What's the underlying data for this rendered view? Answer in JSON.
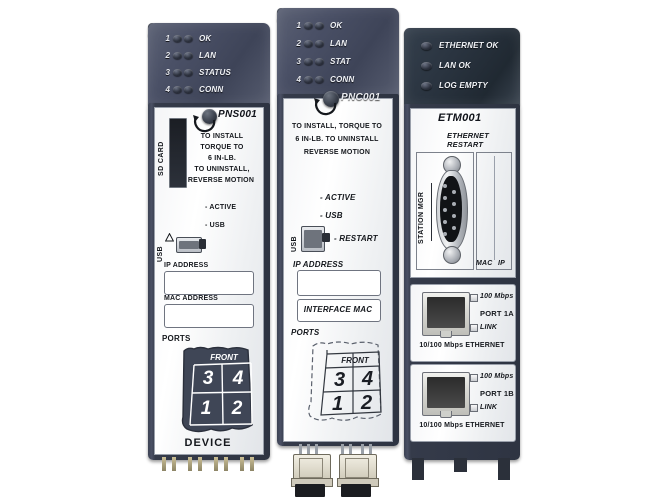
{
  "scene": {
    "title": "Three PLC Ethernet interface modules",
    "background": "#ffffff"
  },
  "colors": {
    "header_slate": "#4a5066",
    "header_dark": "#2a3440",
    "body_dark": "#343a48",
    "faceplate": "#f2f3f5",
    "text_dark": "#15181d",
    "led_text": "#f2f4f8"
  },
  "modules": [
    {
      "id": "pns001",
      "model": "PNS001",
      "leds": [
        {
          "num": "1",
          "label": "OK"
        },
        {
          "num": "2",
          "label": "LAN"
        },
        {
          "num": "3",
          "label": "STATUS"
        },
        {
          "num": "4",
          "label": "CONN"
        }
      ],
      "sd_label": "SD CARD",
      "torque_lines": [
        "TO INSTALL",
        "TORQUE TO",
        "6 IN-LB.",
        "TO UNINSTALL,",
        "REVERSE MOTION"
      ],
      "indicators": [
        {
          "label": "- ACTIVE"
        },
        {
          "label": "- USB"
        }
      ],
      "usb_label": "USB",
      "field_labels": [
        "IP ADDRESS",
        "MAC ADDRESS"
      ],
      "ports_label": "PORTS",
      "ports_front": "FRONT",
      "ports_grid": [
        "3",
        "4",
        "1",
        "2"
      ],
      "footer": "DEVICE"
    },
    {
      "id": "pnc001",
      "model": "PNC001",
      "leds": [
        {
          "num": "1",
          "label": "OK"
        },
        {
          "num": "2",
          "label": "LAN"
        },
        {
          "num": "3",
          "label": "STAT"
        },
        {
          "num": "4",
          "label": "CONN"
        }
      ],
      "torque_lines": [
        "TO INSTALL, TORQUE TO",
        "6 IN-LB. TO UNINSTALL",
        "REVERSE MOTION"
      ],
      "indicators": [
        {
          "label": "- ACTIVE"
        },
        {
          "label": "- USB"
        },
        {
          "label": "- RESTART"
        }
      ],
      "usb_label": "USB",
      "field_labels": [
        "IP ADDRESS"
      ],
      "interface_mac": "INTERFACE MAC",
      "ports_label": "PORTS",
      "ports_front": "FRONT",
      "ports_grid": [
        "3",
        "4",
        "1",
        "2"
      ]
    },
    {
      "id": "etm001",
      "model": "ETM001",
      "leds": [
        {
          "label": "ETHERNET OK"
        },
        {
          "label": "LAN OK"
        },
        {
          "label": "LOG EMPTY"
        }
      ],
      "restart_lines": [
        "ETHERNET",
        "RESTART"
      ],
      "station_mgr": "STATION MGR",
      "mac_label": "MAC",
      "ip_label": "IP",
      "ports": [
        {
          "speed": "100 Mbps",
          "name": "PORT 1A",
          "link": "LINK",
          "footer": "10/100 Mbps ETHERNET"
        },
        {
          "speed": "100 Mbps",
          "name": "PORT 1B",
          "link": "LINK",
          "footer": "10/100 Mbps ETHERNET"
        }
      ]
    }
  ]
}
